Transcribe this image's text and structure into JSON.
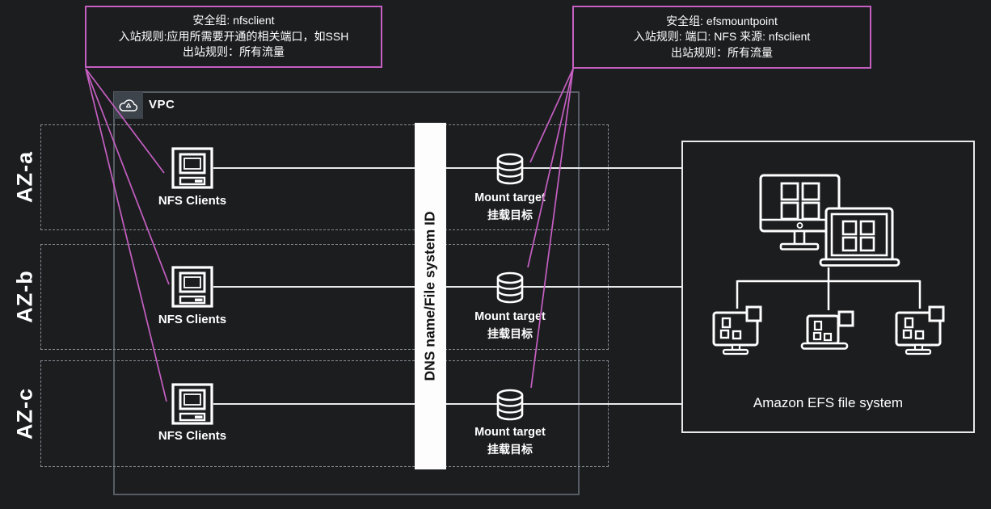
{
  "diagram": {
    "callout_nfsclient": {
      "line1": "安全组: nfsclient",
      "line2": "入站规则:应用所需要开通的相关端口，如SSH",
      "line3": "出站规则：所有流量"
    },
    "callout_efsmountpoint": {
      "line1": "安全组: efsmountpoint",
      "line2": "入站规则: 端口: NFS 来源: nfsclient",
      "line3": "出站规则：所有流量"
    },
    "vpc_label": "VPC",
    "dns_bar_label": "DNS name/File system ID",
    "az_rows": [
      {
        "az_label": "AZ-a",
        "clients_label": "NFS Clients",
        "mount_label": "Mount target",
        "mount_label_zh": "挂载目标"
      },
      {
        "az_label": "AZ-b",
        "clients_label": "NFS Clients",
        "mount_label": "Mount target",
        "mount_label_zh": "挂载目标"
      },
      {
        "az_label": "AZ-c",
        "clients_label": "NFS Clients",
        "mount_label": "Mount target",
        "mount_label_zh": "挂载目标"
      }
    ],
    "efs_label": "Amazon EFS file system",
    "colors": {
      "accent_magenta": "#c55fc2",
      "connector_white": "#e8ebeb",
      "dash_gray": "#848c93",
      "background": "#1c1d1f"
    }
  }
}
